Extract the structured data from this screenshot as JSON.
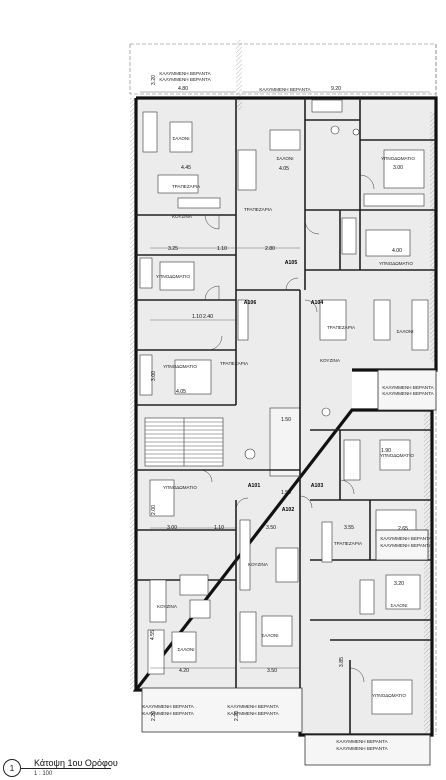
{
  "caption": {
    "title": "Κάτοψη 1ου Ορόφου",
    "scale": "1 : 100",
    "marker": "1"
  },
  "unit_codes": [
    "A101",
    "A102",
    "A103",
    "A104",
    "A105",
    "A106"
  ],
  "room_labels": [
    "ΚΑΛΥΜΜΕΝΗ ΒΕΡΑΝΤΑ",
    "ΚΑΛΥΜΜΕΝΗ ΒΕΡΑΝΤΑ",
    "ΣΑΛΟΝΙ",
    "ΣΑΛΟΝΙ",
    "ΥΠΝΟΔΩΜΑΤΙΟ",
    "ΤΡΑΠΕΖΑΡΙΑ",
    "ΤΡΑΠΕΖΑΡΙΑ",
    "ΚΟΥΖΙΝΑ",
    "ΥΠΝΟΔΩΜΑΤΙΟ",
    "ΥΠΝΟΔΩΜΑΤΙΟ",
    "ΤΡΑΠΕΖΑΡΙΑ",
    "ΣΑΛΟΝΙ",
    "ΥΠΝΟΔΩΜΑΤΙΟ",
    "ΤΡΑΠΕΖΑΡΙΑ",
    "ΚΟΥΖΙΝΑ",
    "ΚΑΛΥΜΜΕΝΗ ΒΕΡΑΝΤΑ",
    "ΥΠΝΟΔΩΜΑΤΙΟ",
    "ΥΠΝΟΔΩΜΑΤΙΟ",
    "ΚΟΥΖΙΝΑ",
    "ΤΡΑΠΕΖΑΡΙΑ",
    "ΚΑΛΥΜΜΕΝΗ ΒΕΡΑΝΤΑ",
    "ΚΟΥΖΙΝΑ",
    "ΣΑΛΟΝΙ",
    "ΣΑΛΟΝΙ",
    "ΣΑΛΟΝΙ",
    "ΥΠΝΟΔΩΜΑΤΙΟ",
    "ΚΑΛΥΜΜΕΝΗ ΒΕΡΑΝΤΑ",
    "ΚΑΛΥΜΜΕΝΗ ΒΕΡΑΝΤΑ",
    "ΚΑΛΥΜΜΕΝΗ ΒΕΡΑΝΤΑ"
  ],
  "dimensions": [
    "4.80",
    "9.20",
    "3.20",
    "4.45",
    "4.05",
    "3.00",
    "3.25",
    "1.10",
    "2.80",
    "4.00",
    "2.40",
    "1.10",
    "3.00",
    "4.05",
    "1.50",
    "1.90",
    "1.50",
    "3.00",
    "1.10",
    "3.50",
    "3.55",
    "2.65",
    "3.20",
    "4.20",
    "3.50",
    "2.20",
    "2.20",
    "3.85",
    "4.55",
    "2.00"
  ]
}
